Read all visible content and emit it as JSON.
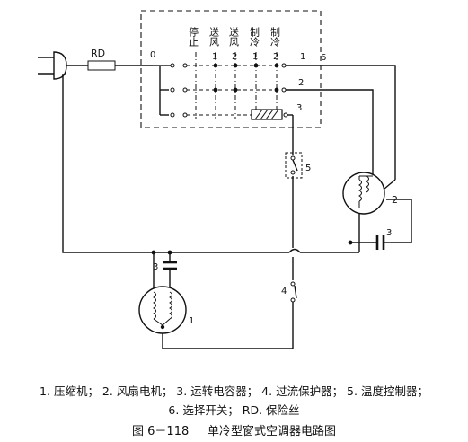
{
  "selector_switch": {
    "positions": [
      "停止",
      "送风",
      "送风",
      "制冷",
      "制冷"
    ],
    "column_numbers": [
      "1",
      "2",
      "1",
      "2"
    ],
    "input_label": "0",
    "output_labels": [
      "1",
      "2",
      "3"
    ]
  },
  "labels": {
    "fuse": "RD",
    "switch_tag": "6",
    "fan_motor_tag": "2",
    "run_cap_fan_tag": "3",
    "run_cap_comp_tag": "3",
    "overload_tag": "4",
    "thermostat_tag": "5",
    "compressor_tag": "1"
  },
  "legend": {
    "line1": "1. 压缩机；  2. 风扇电机；  3. 运转电容器；  4. 过流保护器；  5. 温度控制器；",
    "line2": "6. 选择开关；   RD. 保险丝"
  },
  "caption": {
    "figure_number": "图 6－118",
    "title": "单冷型窗式空调器电路图"
  }
}
